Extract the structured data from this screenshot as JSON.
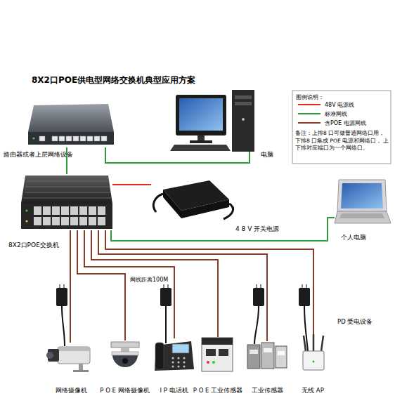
{
  "diagram": {
    "title": "8X2口POE供电型网络交换机典型应用方案",
    "nodes": [
      {
        "text": [
          "路由器或者上层网络设备"
        ]
      },
      {
        "text": [
          "电脑"
        ]
      },
      {
        "text": [
          "8X2口POE交换机"
        ]
      },
      {
        "text": [
          "4 8 V 开关电源"
        ]
      },
      {
        "text": [
          "个人电脑"
        ]
      },
      {
        "text": [
          "网络摄像机"
        ]
      },
      {
        "text": [
          "P O E 网络摄像机"
        ]
      },
      {
        "text": [
          "I P 电话机"
        ]
      },
      {
        "text": [
          "P O E 工业传感器"
        ]
      },
      {
        "text": [
          "工业传感器"
        ]
      },
      {
        "text": [
          "无线 AP"
        ]
      }
    ],
    "edges": [
      {
        "from": 0,
        "to": 2,
        "arrow": "none"
      },
      {
        "from": 0,
        "to": 1,
        "arrow": "none"
      },
      {
        "from": 3,
        "to": 2,
        "arrow": "none"
      },
      {
        "from": 2,
        "to": 4,
        "arrow": "none"
      },
      {
        "from": 2,
        "to": 5,
        "arrow": "none"
      },
      {
        "from": 2,
        "to": 6,
        "arrow": "none"
      },
      {
        "from": 2,
        "to": 7,
        "arrow": "none"
      },
      {
        "from": 2,
        "to": 8,
        "arrow": "none"
      },
      {
        "from": 2,
        "to": 9,
        "arrow": "none"
      },
      {
        "from": 2,
        "to": 10,
        "arrow": "none"
      }
    ],
    "labels": [
      "图例说明：",
      "备注：上排8 口可做普通网络口用， 下排8 口集成 POE 电源和网络口， 上下排对应端口为一个网络口。",
      "网线距离100M",
      "PD 受电设备"
    ],
    "legend": [
      {
        "text": "48V 电源线"
      },
      {
        "text": "标准网线"
      },
      {
        "text": "含POE 电源网线"
      }
    ]
  }
}
